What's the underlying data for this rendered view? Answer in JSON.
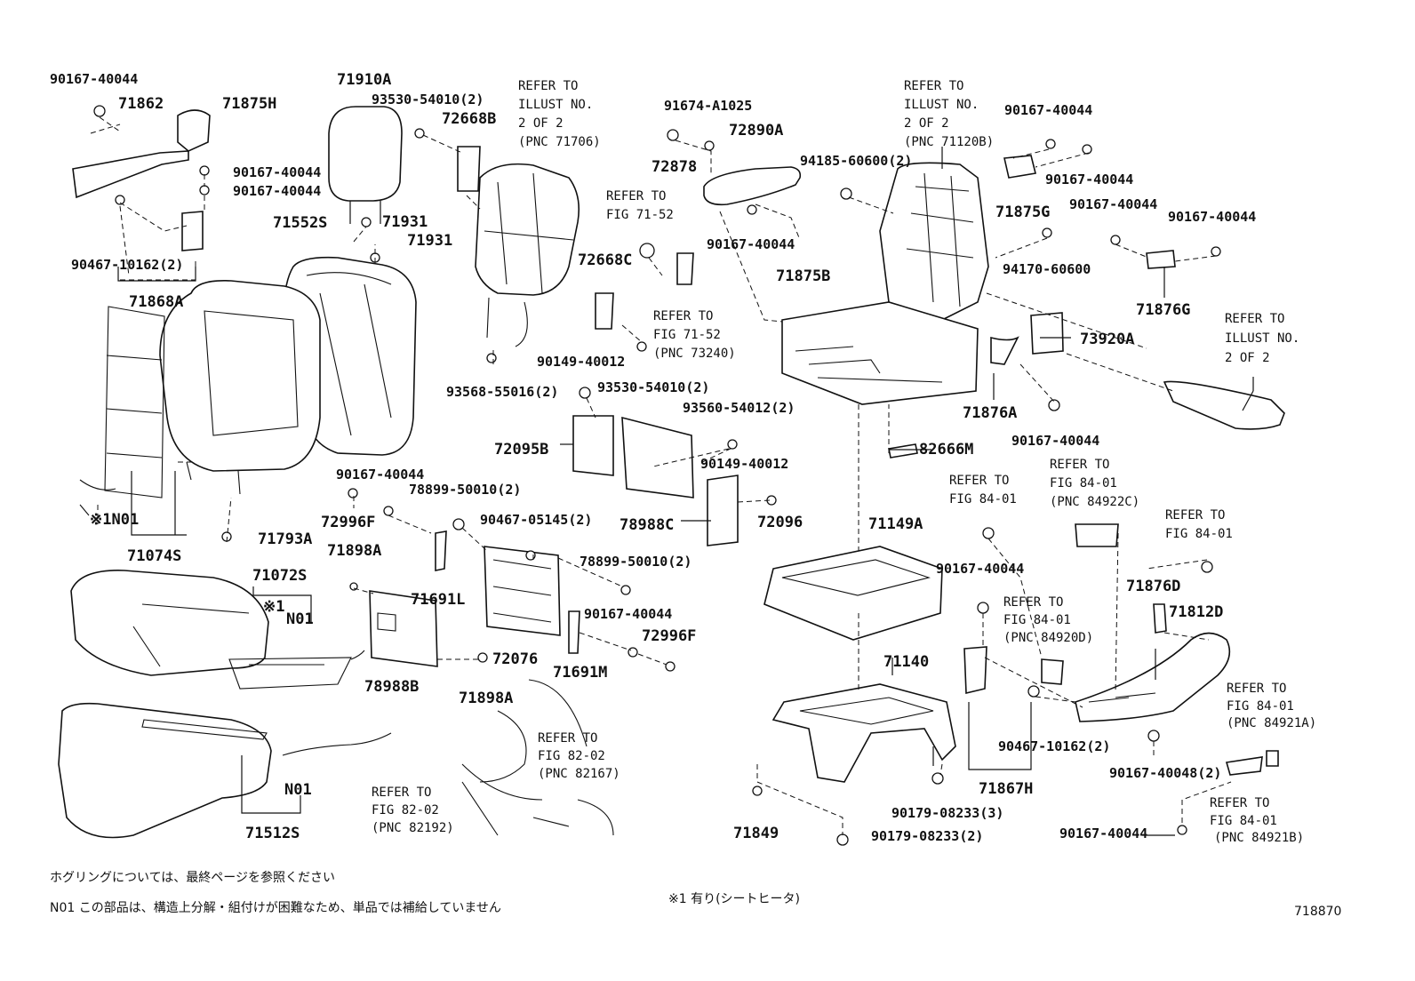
{
  "labels": {
    "l1": "90167-40044",
    "l2": "71862",
    "l3": "71875H",
    "l4": "71910A",
    "l5": "93530-54010(2)",
    "l6": "72668B",
    "l7": "REFER TO",
    "l8": "ILLUST NO.",
    "l9": "2 OF 2",
    "l10": "(PNC 71706)",
    "l11": "91674-A1025",
    "l12": "72890A",
    "l13": "72878",
    "l14": "REFER TO",
    "l15": "ILLUST NO.",
    "l16": "2 OF 2",
    "l17": "(PNC 71120B)",
    "l18": "94185-60600(2)",
    "l19": "90167-40044",
    "l20": "90167-40044",
    "l21": "71875G",
    "l22": "90167-40044",
    "l23": "90167-40044",
    "l24": "90167-40044",
    "l25": "90167-40044",
    "l26": "71552S",
    "l27": "71931",
    "l28": "71931",
    "l29": "REFER TO",
    "l30": "FIG 71-52",
    "l31": "72668C",
    "l32": "90167-40044",
    "l33": "94170-60600",
    "l34": "71876G",
    "l35": "90467-10162(2)",
    "l36": "71868A",
    "l37": "71875B",
    "l38": "REFER TO",
    "l39": "FIG 71-52",
    "l40": "(PNC 73240)",
    "l41": "REFER TO",
    "l42": "ILLUST NO.",
    "l43": "2 OF 2",
    "l44": "73920A",
    "l45": "90149-40012",
    "l46": "93530-54010(2)",
    "l47": "93568-55016(2)",
    "l48": "71876A",
    "l49": "93560-54012(2)",
    "l50": "90167-40044",
    "l51": "72095B",
    "l52": "82666M",
    "l53": "90149-40012",
    "l54": "REFER TO",
    "l55": "FIG 84-01",
    "l56": "REFER TO",
    "l57": "FIG 84-01",
    "l58": "(PNC 84922C)",
    "l59": "90167-40044",
    "l60": "78899-50010(2)",
    "l61": "72996F",
    "l62": "78988C",
    "l63": "72096",
    "l64": "※1N01",
    "l65": "71793A",
    "l66": "90467-05145(2)",
    "l67": "71149A",
    "l68": "REFER TO",
    "l69": "FIG 84-01",
    "l70": "71074S",
    "l71": "71898A",
    "l72": "78899-50010(2)",
    "l73": "71072S",
    "l74": "71691L",
    "l75": "90167-40044",
    "l76": "71876D",
    "l77": "※1",
    "l78": "N01",
    "l79": "90167-40044",
    "l80": "REFER TO",
    "l81": "FIG 84-01",
    "l82": "(PNC 84920D)",
    "l83": "71812D",
    "l84": "72996F",
    "l85": "71140",
    "l86": "72076",
    "l87": "71691M",
    "l88": "78988B",
    "l89": "REFER TO",
    "l90": "FIG 84-01",
    "l91": "(PNC 84921A)",
    "l92": "71898A",
    "l93": "REFER TO",
    "l94": "FIG 82-02",
    "l95": "(PNC 82167)",
    "l96": "90467-10162(2)",
    "l97": "90167-40048(2)",
    "l98": "71867H",
    "l99": "REFER TO",
    "l100": "FIG 84-01",
    "l101": "N01",
    "l102": "REFER TO",
    "l103": "FIG 82-02",
    "l104": "(PNC 82192)",
    "l105": "71512S",
    "l106": "90179-08233(3)",
    "l107": "71849",
    "l108": "90179-08233(2)",
    "l109": "90167-40044",
    "l110": "(PNC 84921B)"
  },
  "notes": {
    "hog_ring": "ホグリングについては、最終ページを参照ください",
    "n01": "N01 この部品は、構造上分解・組付けが困難なため、単品では補給していません",
    "mark1": "※1  有り(シートヒータ)",
    "figure_no": "718870"
  }
}
